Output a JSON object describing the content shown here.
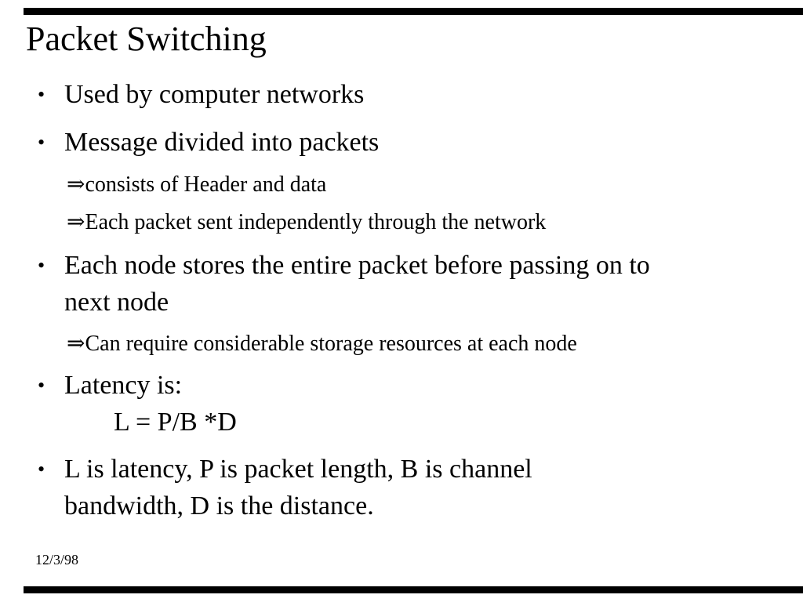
{
  "slide": {
    "title": "Packet Switching",
    "date": "12/3/98",
    "markers": {
      "bullet": "•",
      "arrow": "⇒"
    },
    "colors": {
      "text": "#000000",
      "background": "#ffffff",
      "border_bar": "#000000"
    },
    "content": [
      {
        "type": "bullet",
        "lines": [
          "Used by computer networks"
        ]
      },
      {
        "type": "bullet",
        "lines": [
          "Message divided into packets"
        ]
      },
      {
        "type": "sub",
        "lines": [
          "consists of Header and data"
        ]
      },
      {
        "type": "sub",
        "lines": [
          "Each packet sent independently through the network"
        ]
      },
      {
        "type": "bullet",
        "lines": [
          "Each node stores the entire packet before passing on to",
          "next node"
        ]
      },
      {
        "type": "sub",
        "lines": [
          "Can require considerable storage resources at each node"
        ]
      },
      {
        "type": "bullet",
        "lines": [
          "Latency is:"
        ]
      },
      {
        "type": "formula",
        "lines": [
          "L = P/B *D"
        ]
      },
      {
        "type": "bullet",
        "lines": [
          "L is latency, P is packet length, B is channel",
          "bandwidth, D is the distance."
        ]
      }
    ]
  }
}
